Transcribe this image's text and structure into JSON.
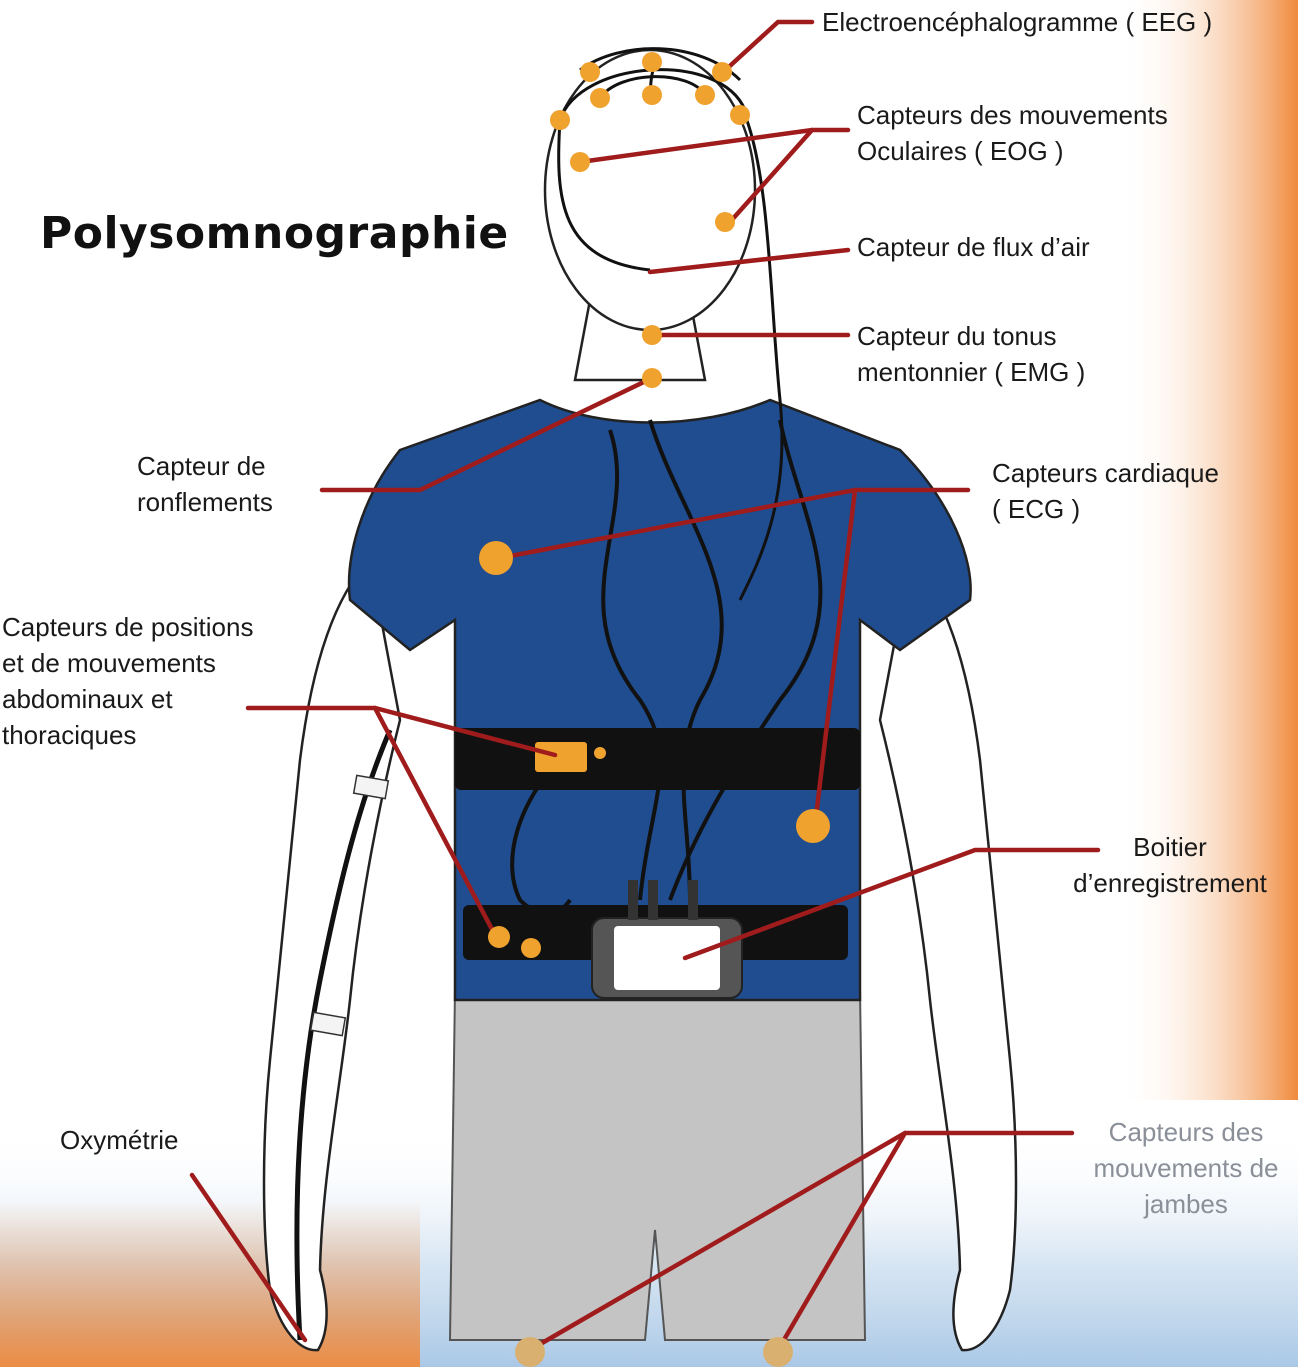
{
  "title": "Polysomnographie",
  "labels": {
    "eeg": [
      "Electroencéphalogramme ( EEG )"
    ],
    "eog": [
      "Capteurs des mouvements",
      "Oculaires ( EOG )"
    ],
    "airflow": [
      "Capteur de flux d’air"
    ],
    "emg": [
      "Capteur du tonus",
      "mentonnier ( EMG )"
    ],
    "snoring": [
      "Capteur de",
      "ronflements"
    ],
    "ecg": [
      "Capteurs cardiaque",
      "( ECG )"
    ],
    "positions": [
      "Capteurs de positions",
      "et de mouvements",
      "abdominaux et",
      "thoraciques"
    ],
    "recorder": [
      "Boitier",
      "d’enregistrement"
    ],
    "oximetry": [
      "Oxymétrie"
    ],
    "legs": [
      "Capteurs des",
      "mouvements de",
      "jambes"
    ]
  },
  "colors": {
    "leader_line": "#a01c1c",
    "sensor_dot": "#f0a22e",
    "shirt": "#1f4d8f",
    "shorts": "#c4c4c4",
    "belt": "#111111",
    "gradient_orange": "#f08a3c",
    "gradient_blue": "#aac8e6"
  }
}
